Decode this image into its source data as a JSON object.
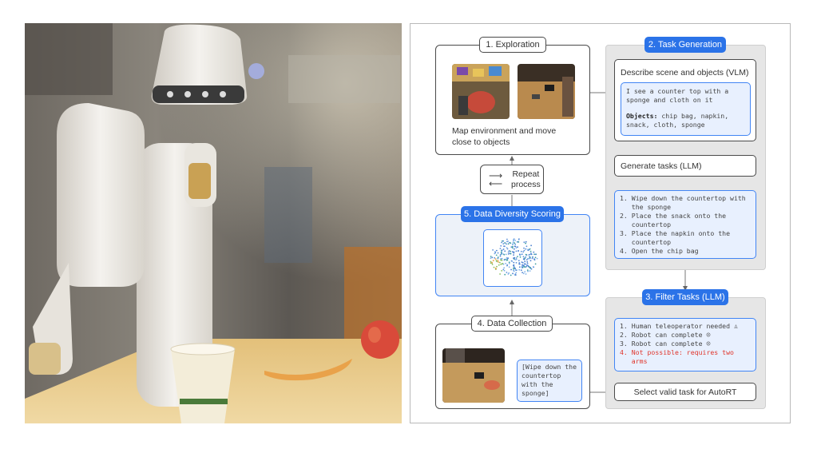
{
  "exploration": {
    "title": "1. Exploration",
    "description": "Map environment and move close to objects"
  },
  "repeat": {
    "label_line1": "Repeat",
    "label_line2": "process"
  },
  "scoring": {
    "title": "5. Data Diversity Scoring"
  },
  "collection": {
    "title": "4. Data Collection",
    "instruction": "[Wipe down the\ncountertop\nwith the\nsponge]"
  },
  "task_generation": {
    "title": "2. Task Generation",
    "describe_label": "Describe scene and objects (VLM)",
    "scene_text": "I see a counter top with a\nsponge and cloth on it",
    "objects_label": "Objects:",
    "objects_text": " chip bag, napkin,\nsnack, cloth, sponge",
    "generate_label": "Generate tasks (LLM)",
    "tasks": [
      "1. Wipe down the countertop with\n   the sponge",
      "2. Place the snack onto the\n   countertop",
      "3. Place the napkin onto the\n   countertop",
      "4. Open the chip bag"
    ]
  },
  "filter": {
    "title": "3. Filter Tasks (LLM)",
    "items": [
      {
        "text": "1. Human teleoperator needed",
        "icon": "person-icon",
        "symbol": "♙"
      },
      {
        "text": "2. Robot can complete",
        "icon": "robot-icon",
        "symbol": "☺"
      },
      {
        "text": "3. Robot can complete",
        "icon": "robot-icon",
        "symbol": "☺"
      }
    ],
    "rejected": "4. Not possible: requires two\n   arms",
    "select_label": "Select valid task for AutoRT"
  },
  "colors": {
    "accent_blue": "#2b73e8",
    "reject_red": "#e0352b",
    "box_fill": "#edf2f9"
  }
}
